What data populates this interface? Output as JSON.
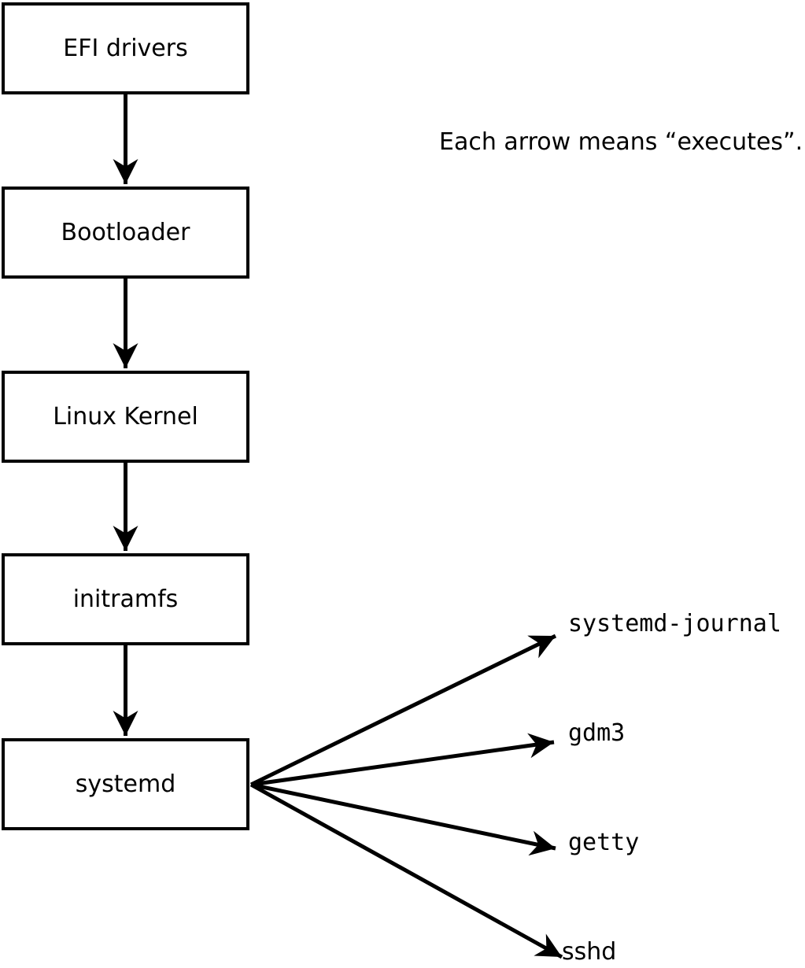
{
  "annotation": {
    "text": "Each arrow means “executes”."
  },
  "chain": [
    {
      "id": "efi-drivers",
      "label": "EFI drivers"
    },
    {
      "id": "bootloader",
      "label": "Bootloader"
    },
    {
      "id": "linux-kernel",
      "label": "Linux Kernel"
    },
    {
      "id": "initramfs",
      "label": "initramfs"
    },
    {
      "id": "systemd",
      "label": "systemd"
    }
  ],
  "spawns": [
    {
      "id": "systemd-journal",
      "label": "systemd-journal"
    },
    {
      "id": "gdm3",
      "label": "gdm3"
    },
    {
      "id": "getty",
      "label": "getty"
    },
    {
      "id": "sshd",
      "label": "sshd"
    }
  ],
  "edges": [
    {
      "from": "EFI drivers",
      "to": "Bootloader",
      "relation": "executes"
    },
    {
      "from": "Bootloader",
      "to": "Linux Kernel",
      "relation": "executes"
    },
    {
      "from": "Linux Kernel",
      "to": "initramfs",
      "relation": "executes"
    },
    {
      "from": "initramfs",
      "to": "systemd",
      "relation": "executes"
    },
    {
      "from": "systemd",
      "to": "systemd-journal",
      "relation": "executes"
    },
    {
      "from": "systemd",
      "to": "gdm3",
      "relation": "executes"
    },
    {
      "from": "systemd",
      "to": "getty",
      "relation": "executes"
    },
    {
      "from": "systemd",
      "to": "sshd",
      "relation": "executes"
    }
  ],
  "colors": {
    "foreground": "#000000",
    "background": "#ffffff"
  }
}
